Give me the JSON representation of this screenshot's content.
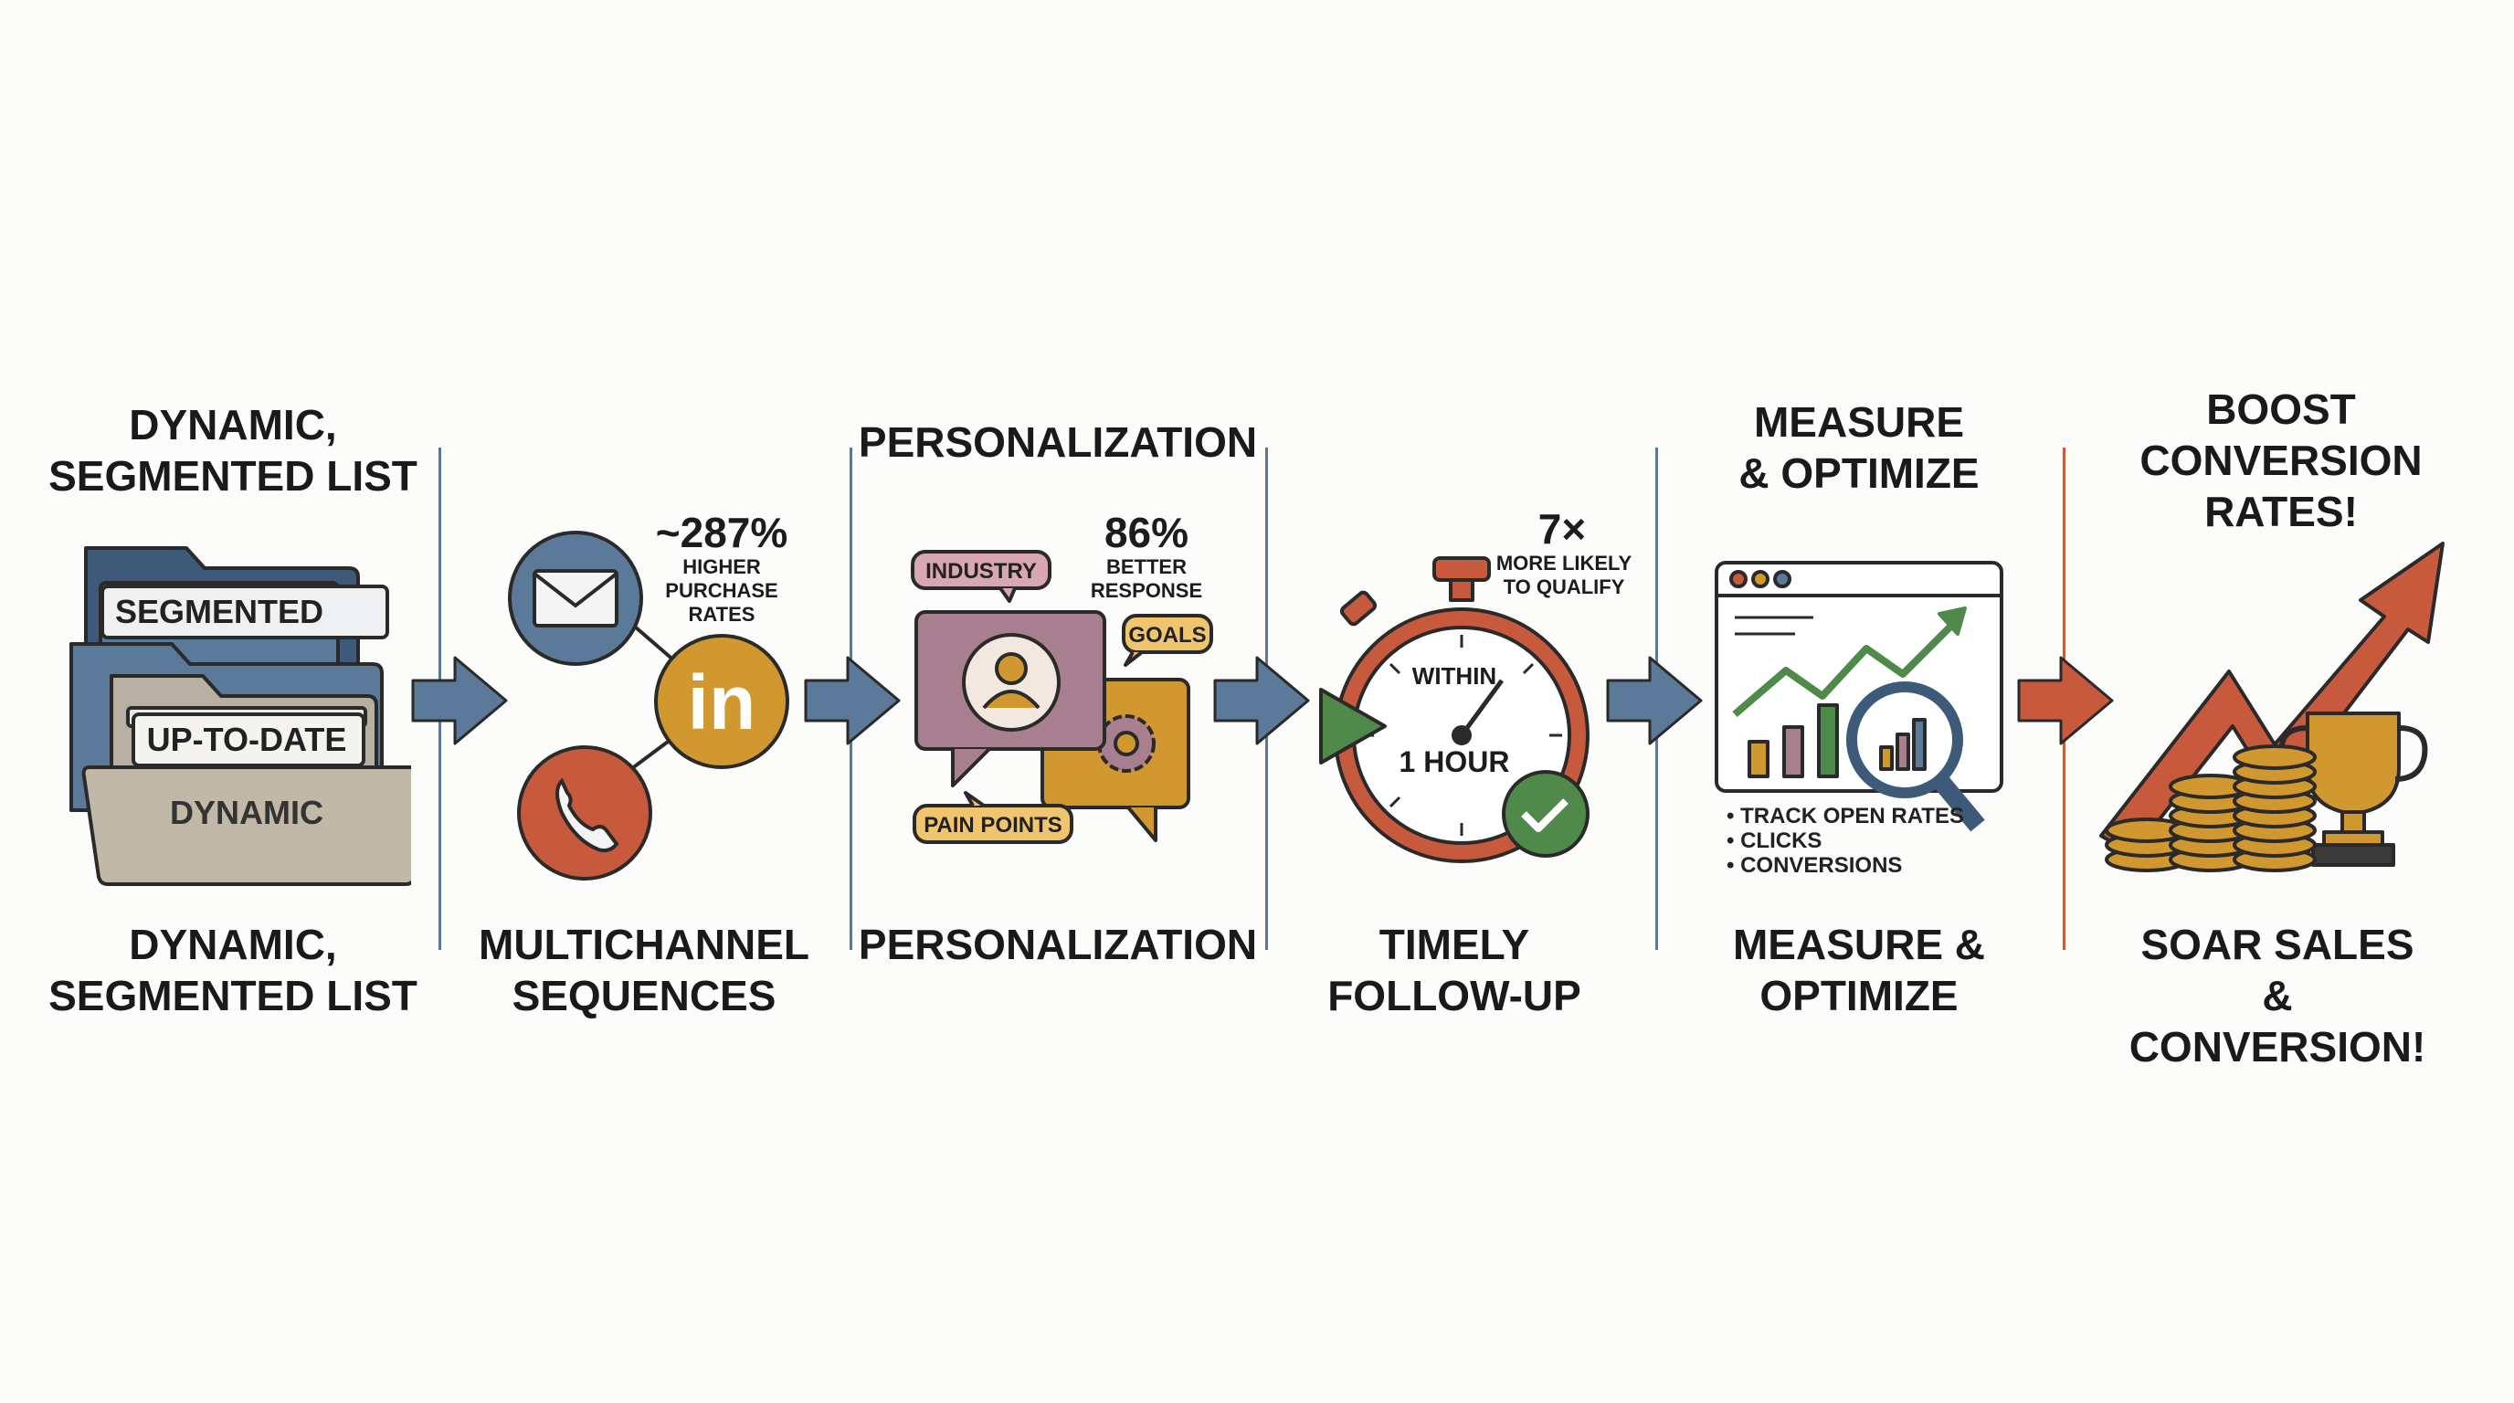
{
  "colors": {
    "blue": "#5b7a9a",
    "blue_dark": "#3d5a78",
    "orange": "#d0982e",
    "red": "#c75a3c",
    "mauve": "#a87f8e",
    "green": "#4f8a4a",
    "beige": "#c2b8a8",
    "outline": "#2a2a2a"
  },
  "stages": [
    {
      "top_title": "DYNAMIC,\nSEGMENTED LIST",
      "bottom_title": "DYNAMIC,\nSEGMENTED LIST",
      "folder_labels": [
        "SEGMENTED",
        "UP-TO-DATE",
        "DYNAMIC"
      ]
    },
    {
      "bottom_title": "MULTICHANNEL\nSEQUENCES",
      "stat_value": "~287%",
      "stat_text": "HIGHER\nPURCHASE\nRATES",
      "icons": [
        "envelope-icon",
        "linkedin-icon",
        "phone-icon"
      ],
      "linkedin_text": "in"
    },
    {
      "top_title": "PERSONALIZATION",
      "bottom_title": "PERSONALIZATION",
      "stat_value": "86%",
      "stat_text": "BETTER\nRESPONSE",
      "tags": [
        "INDUSTRY",
        "GOALS",
        "PAIN POINTS"
      ]
    },
    {
      "bottom_title": "TIMELY\nFOLLOW-UP",
      "stat_value": "7×",
      "stat_text": "MORE LIKELY\nTO QUALIFY",
      "clock_top": "WITHIN",
      "clock_bottom": "1 HOUR"
    },
    {
      "top_title": "MEASURE\n& OPTIMIZE",
      "bottom_title": "MEASURE &\nOPTIMIZE",
      "bullets": [
        "TRACK OPEN RATES",
        "CLICKS",
        "CONVERSIONS"
      ]
    },
    {
      "top_title": "BOOST\nCONVERSION\nRATES!",
      "bottom_title": "SOAR SALES &\nCONVERSION!"
    }
  ]
}
